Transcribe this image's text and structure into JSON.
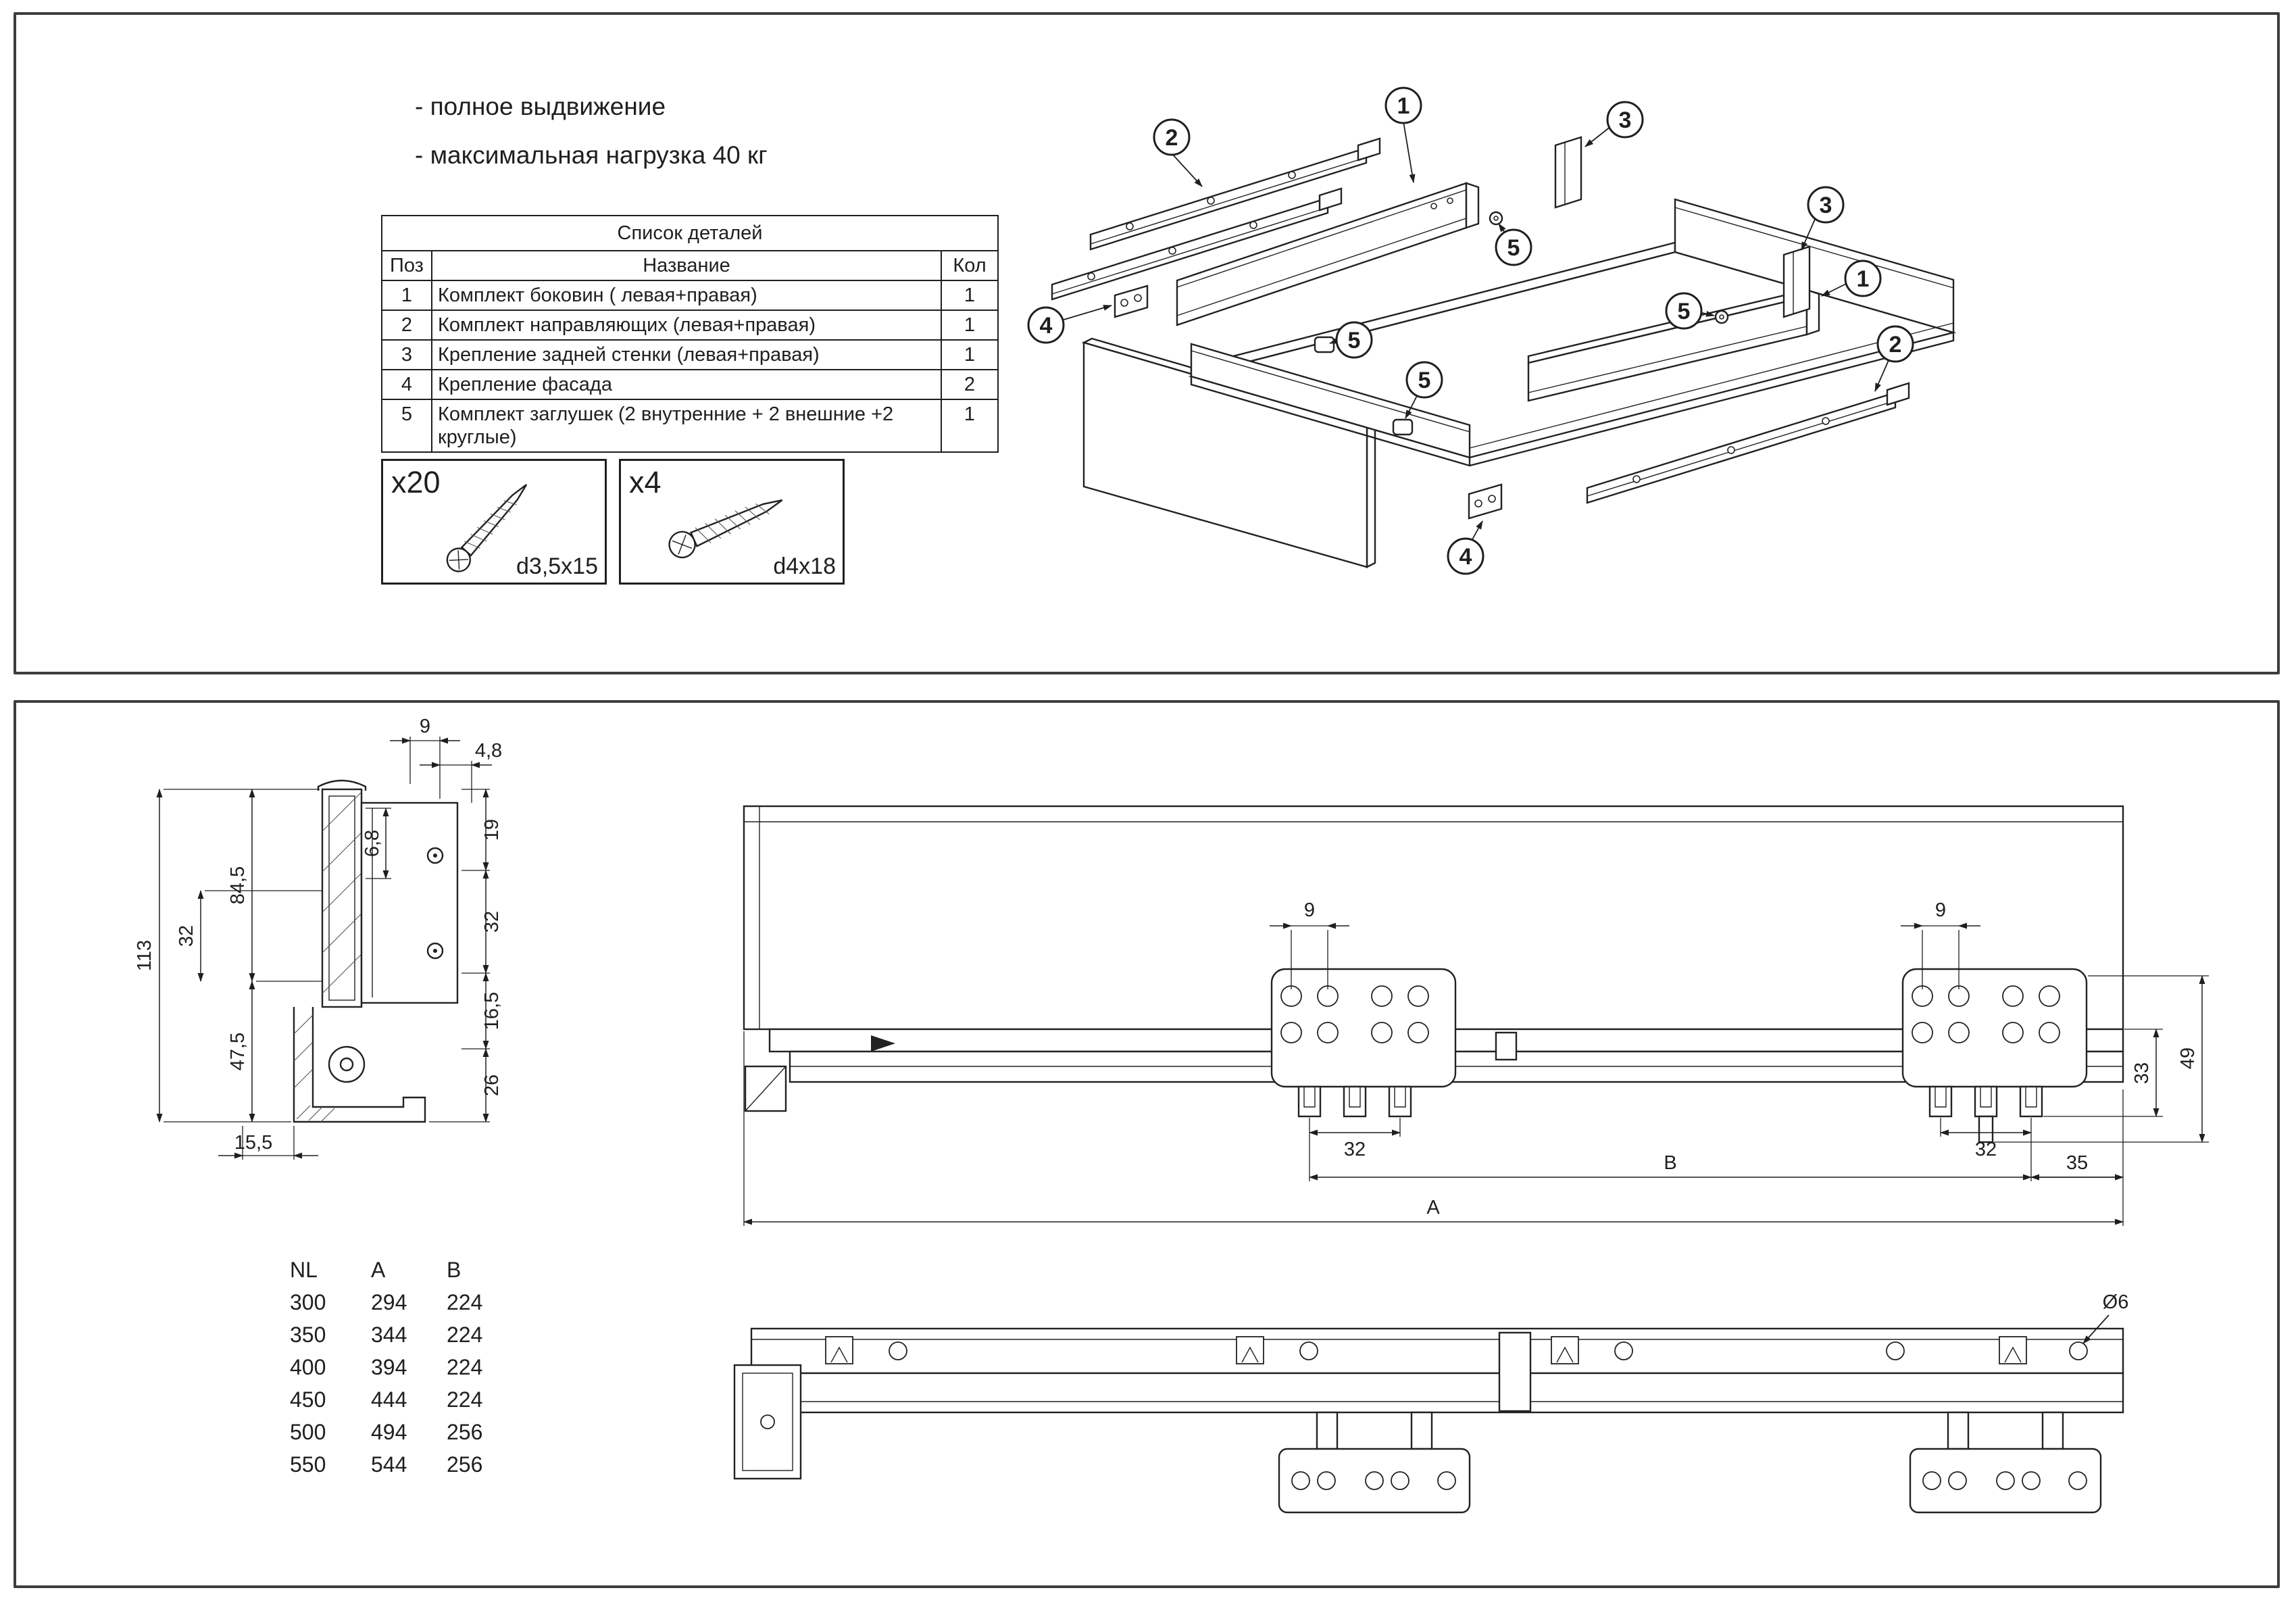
{
  "top_panel": {
    "notes": {
      "line1": "- полное выдвижение",
      "line2": "- максимальная нагрузка 40 кг"
    },
    "parts_table": {
      "title": "Список деталей",
      "col_pos": "Поз",
      "col_name": "Название",
      "col_qty": "Кол",
      "rows": [
        {
          "pos": "1",
          "name": "Комплект боковин ( левая+правая)",
          "qty": "1"
        },
        {
          "pos": "2",
          "name": "Комплект направляющих (левая+правая)",
          "qty": "1"
        },
        {
          "pos": "3",
          "name": "Крепление задней стенки (левая+правая)",
          "qty": "1"
        },
        {
          "pos": "4",
          "name": "Крепление фасада",
          "qty": "2"
        },
        {
          "pos": "5",
          "name": "Комплект заглушек (2 внутренние + 2 внешние +2 круглые)",
          "qty": "1"
        }
      ]
    },
    "screw1": {
      "count": "x20",
      "size": "d3,5x15"
    },
    "screw2": {
      "count": "x4",
      "size": "d4x18"
    },
    "balloons": {
      "n1": "1",
      "n2": "2",
      "n3": "3",
      "n4": "4",
      "n5": "5"
    }
  },
  "bottom_panel": {
    "section_dims": {
      "w9": "9",
      "w48": "4,8",
      "h19": "19",
      "h32r": "32",
      "h165": "16,5",
      "h26": "26",
      "h68": "6,8",
      "h845": "84,5",
      "h32l": "32",
      "h113": "113",
      "h475": "47,5",
      "w155": "15,5"
    },
    "size_table": {
      "col_nl": "NL",
      "col_a": "A",
      "col_b": "B",
      "rows": [
        {
          "nl": "300",
          "a": "294",
          "b": "224"
        },
        {
          "nl": "350",
          "a": "344",
          "b": "224"
        },
        {
          "nl": "400",
          "a": "394",
          "b": "224"
        },
        {
          "nl": "450",
          "a": "444",
          "b": "224"
        },
        {
          "nl": "500",
          "a": "494",
          "b": "256"
        },
        {
          "nl": "550",
          "a": "544",
          "b": "256"
        }
      ]
    },
    "side_dims": {
      "w9a": "9",
      "w9b": "9",
      "w32a": "32",
      "w32b": "32",
      "len_b": "B",
      "w35": "35",
      "len_a": "A",
      "h33": "33",
      "h49": "49"
    },
    "plan_dims": {
      "dia": "Ø6"
    }
  }
}
